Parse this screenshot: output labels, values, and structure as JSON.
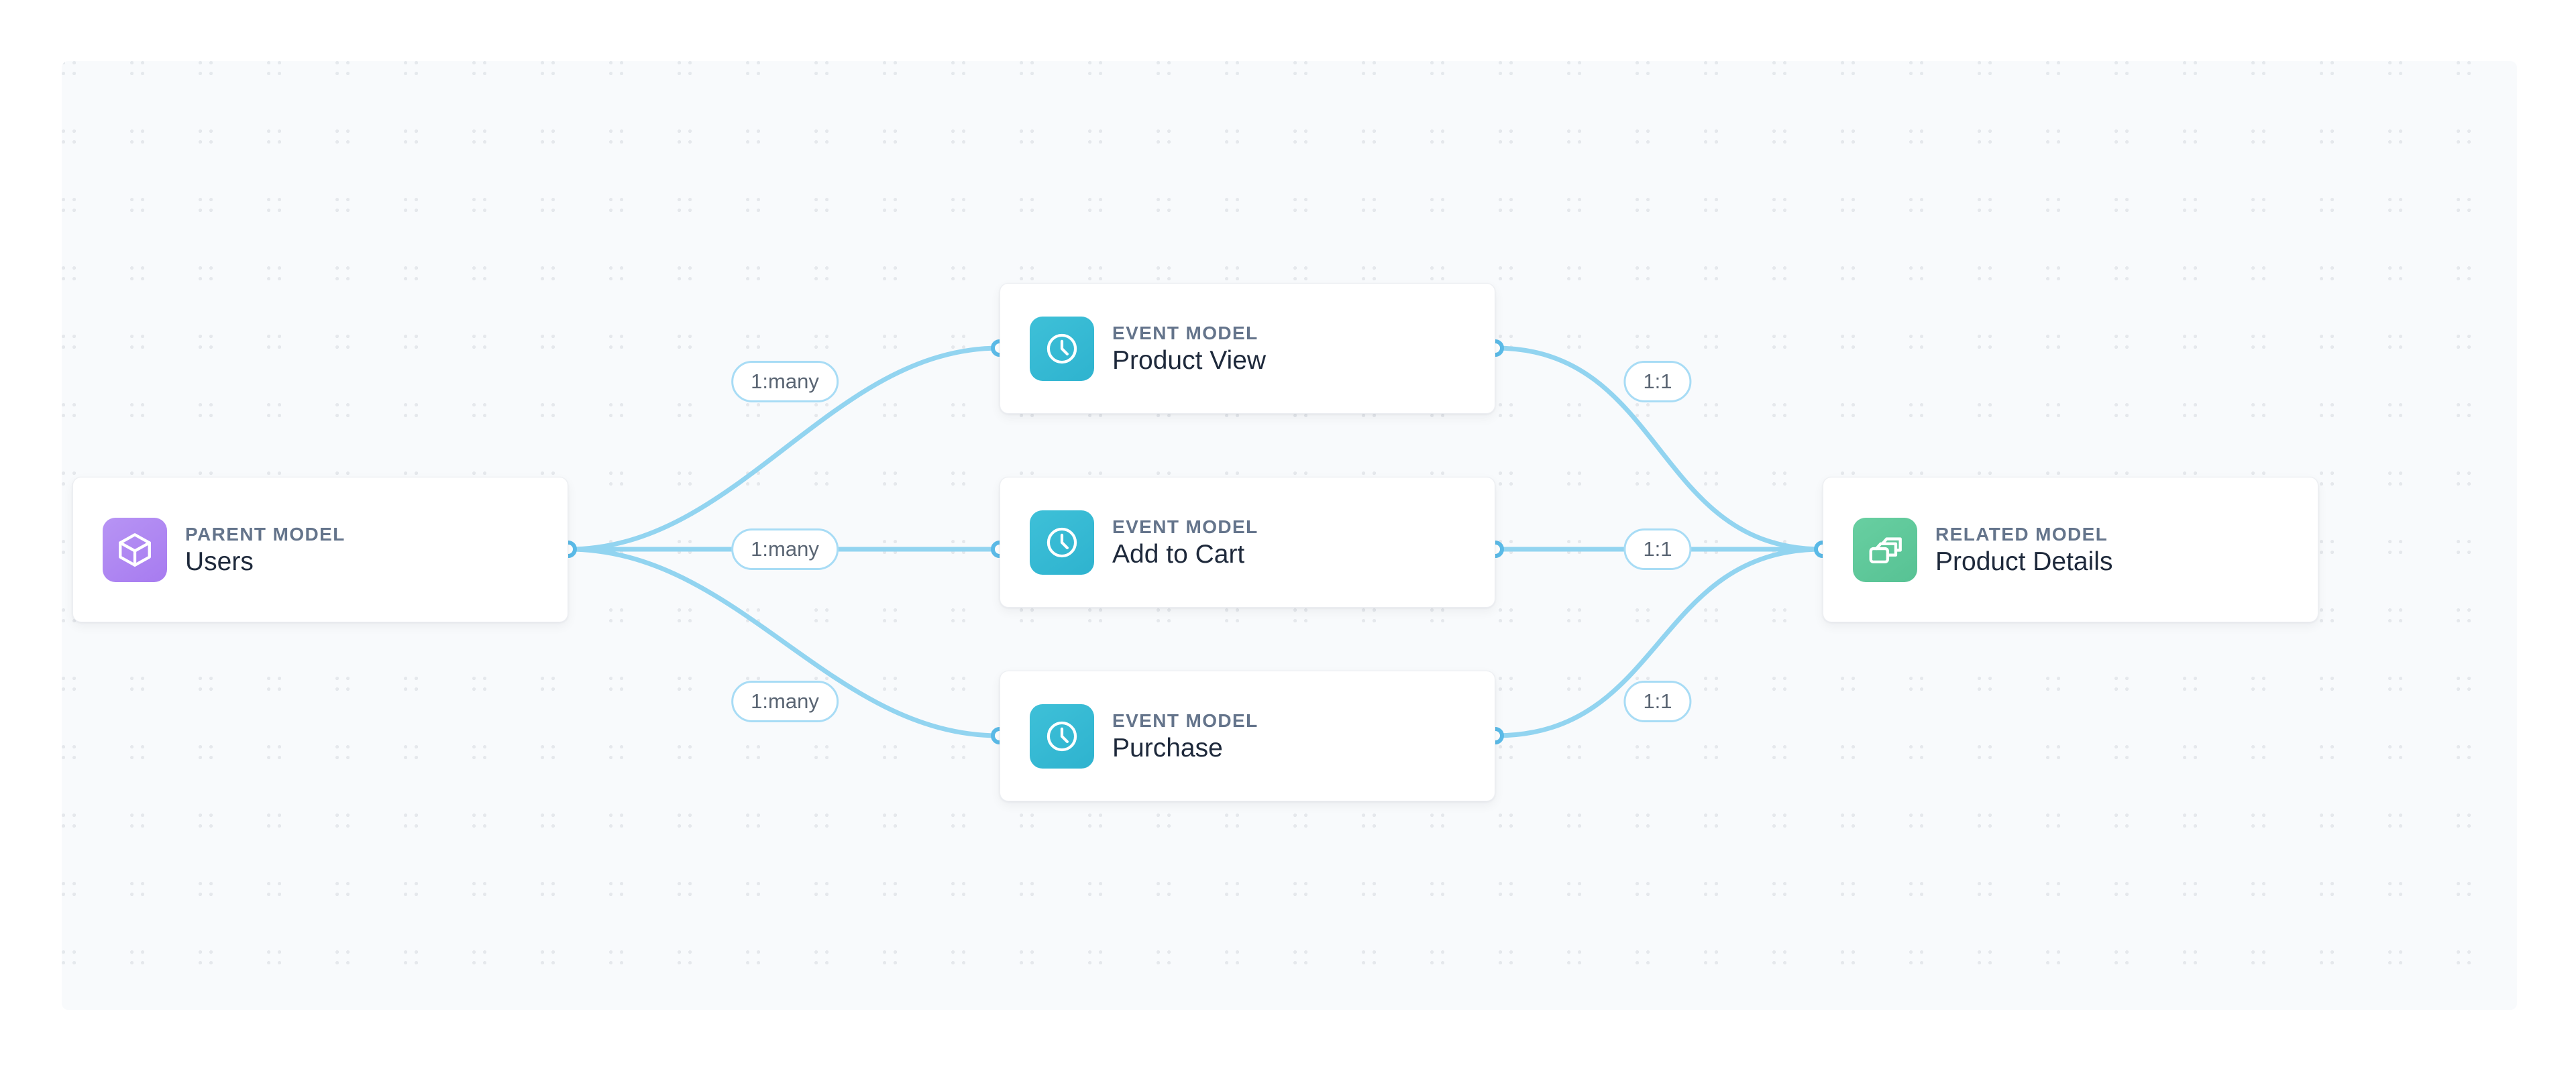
{
  "canvas": {
    "background_color": "#f8fafc",
    "dot_color": "#e2e5ea"
  },
  "colors": {
    "edge": "#92d4f0",
    "connector_stroke": "#5bbbe8",
    "parent_icon": "#a78bfa",
    "event_icon": "#31b7d2",
    "related_icon": "#5fc99a",
    "kicker_text": "#64748b",
    "title_text": "#1e293b",
    "pill_border": "#a8dcf5",
    "pill_text": "#5a6573"
  },
  "nodes": {
    "parent": {
      "kicker": "PARENT MODEL",
      "title": "Users",
      "icon": "cube-icon"
    },
    "events": [
      {
        "kicker": "EVENT MODEL",
        "title": "Product View",
        "icon": "clock-icon"
      },
      {
        "kicker": "EVENT MODEL",
        "title": "Add to Cart",
        "icon": "clock-icon"
      },
      {
        "kicker": "EVENT MODEL",
        "title": "Purchase",
        "icon": "clock-icon"
      }
    ],
    "related": {
      "kicker": "RELATED MODEL",
      "title": "Product Details",
      "icon": "layers-icon"
    }
  },
  "relationships": {
    "left": [
      {
        "label": "1:many",
        "from": "Users",
        "to": "Product View"
      },
      {
        "label": "1:many",
        "from": "Users",
        "to": "Add to Cart"
      },
      {
        "label": "1:many",
        "from": "Users",
        "to": "Purchase"
      }
    ],
    "right": [
      {
        "label": "1:1",
        "from": "Product View",
        "to": "Product Details"
      },
      {
        "label": "1:1",
        "from": "Add to Cart",
        "to": "Product Details"
      },
      {
        "label": "1:1",
        "from": "Purchase",
        "to": "Product Details"
      }
    ]
  }
}
